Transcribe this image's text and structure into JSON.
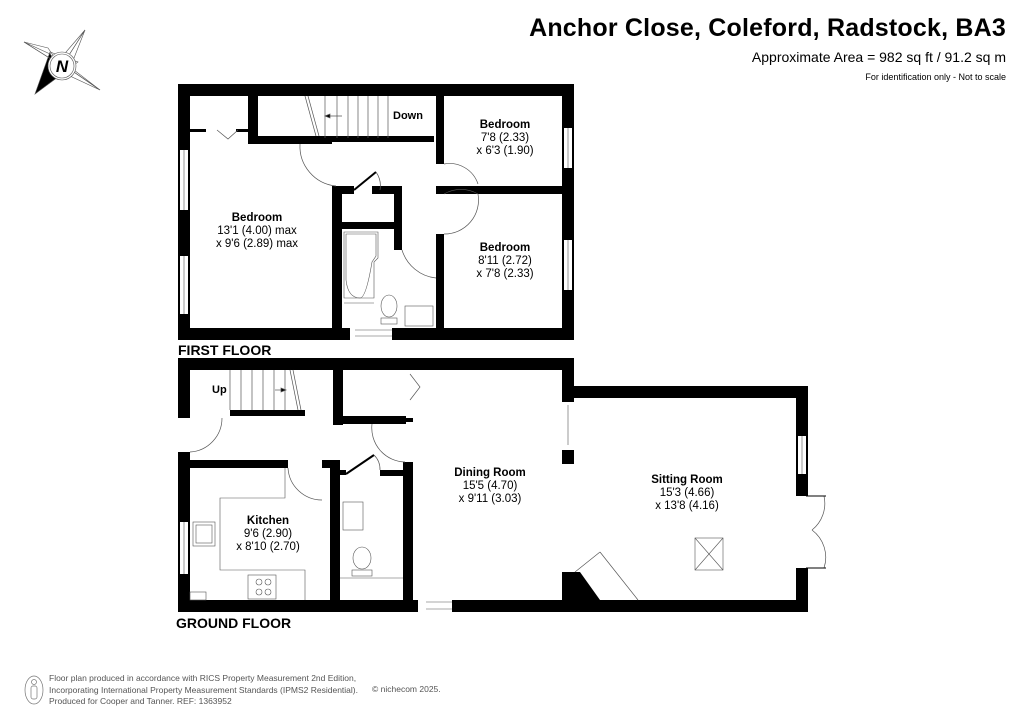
{
  "header": {
    "title": "Anchor Close, Coleford, Radstock, BA3",
    "area": "Approximate Area = 982 sq ft / 91.2 sq m",
    "note": "For identification only - Not to scale"
  },
  "compass": {
    "icon": "north-arrow-icon",
    "letter": "N"
  },
  "first_floor": {
    "label": "FIRST FLOOR",
    "stairs_label": "Down",
    "rooms": [
      {
        "name": "Bedroom",
        "dim1": "13'1 (4.00) max",
        "dim2": "x 9'6 (2.89) max"
      },
      {
        "name": "Bedroom",
        "dim1": "7'8 (2.33)",
        "dim2": "x 6'3 (1.90)"
      },
      {
        "name": "Bedroom",
        "dim1": "8'11 (2.72)",
        "dim2": "x 7'8 (2.33)"
      }
    ]
  },
  "ground_floor": {
    "label": "GROUND FLOOR",
    "stairs_label": "Up",
    "rooms": [
      {
        "name": "Kitchen",
        "dim1": "9'6 (2.90)",
        "dim2": "x 8'10 (2.70)"
      },
      {
        "name": "Dining Room",
        "dim1": "15'5 (4.70)",
        "dim2": "x 9'11 (3.03)"
      },
      {
        "name": "Sitting Room",
        "dim1": "15'3 (4.66)",
        "dim2": "x 13'8 (4.16)"
      }
    ]
  },
  "footer": {
    "line1": "Floor plan produced in accordance with RICS Property Measurement 2nd Edition,",
    "line2": "Incorporating International Property Measurement Standards (IPMS2 Residential).",
    "line3": "Produced for Cooper and Tanner.   REF: 1363952",
    "copyright": "© nichecom 2025."
  },
  "colors": {
    "wall": "#000000",
    "fixture_line": "#555555",
    "background": "#ffffff",
    "footer_text": "#555555"
  }
}
